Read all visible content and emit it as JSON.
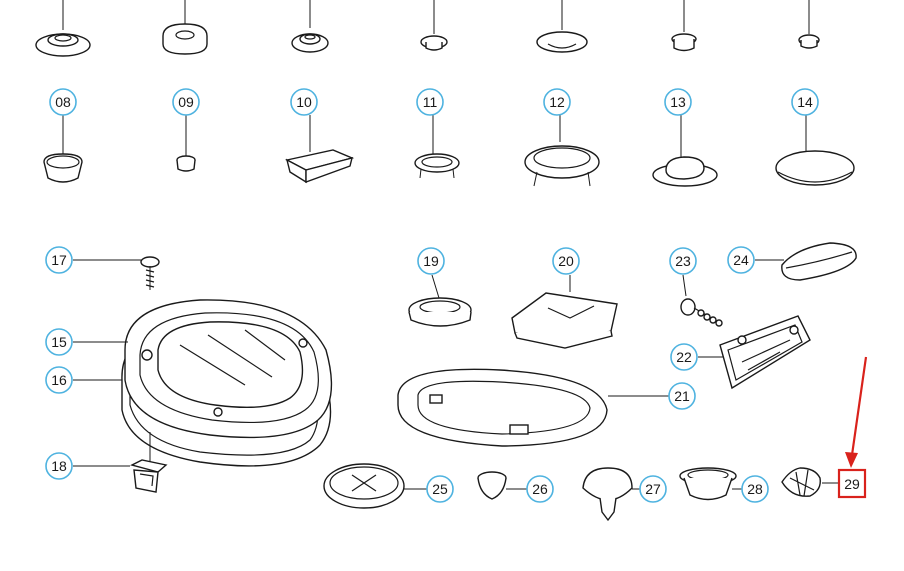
{
  "callouts": [
    {
      "id": "c08",
      "label": "08"
    },
    {
      "id": "c09",
      "label": "09"
    },
    {
      "id": "c10",
      "label": "10"
    },
    {
      "id": "c11",
      "label": "11"
    },
    {
      "id": "c12",
      "label": "12"
    },
    {
      "id": "c13",
      "label": "13"
    },
    {
      "id": "c14",
      "label": "14"
    },
    {
      "id": "c15",
      "label": "15"
    },
    {
      "id": "c16",
      "label": "16"
    },
    {
      "id": "c17",
      "label": "17"
    },
    {
      "id": "c18",
      "label": "18"
    },
    {
      "id": "c19",
      "label": "19"
    },
    {
      "id": "c20",
      "label": "20"
    },
    {
      "id": "c21",
      "label": "21"
    },
    {
      "id": "c22",
      "label": "22"
    },
    {
      "id": "c23",
      "label": "23"
    },
    {
      "id": "c24",
      "label": "24"
    },
    {
      "id": "c25",
      "label": "25"
    },
    {
      "id": "c26",
      "label": "26"
    },
    {
      "id": "c27",
      "label": "27"
    },
    {
      "id": "c28",
      "label": "28"
    }
  ],
  "highlight": {
    "label": "29",
    "box_color": "#d9221c"
  },
  "colors": {
    "bubble_outline": "#4fb3e0",
    "line": "#1a1a1a",
    "arrow": "#d9221c"
  }
}
